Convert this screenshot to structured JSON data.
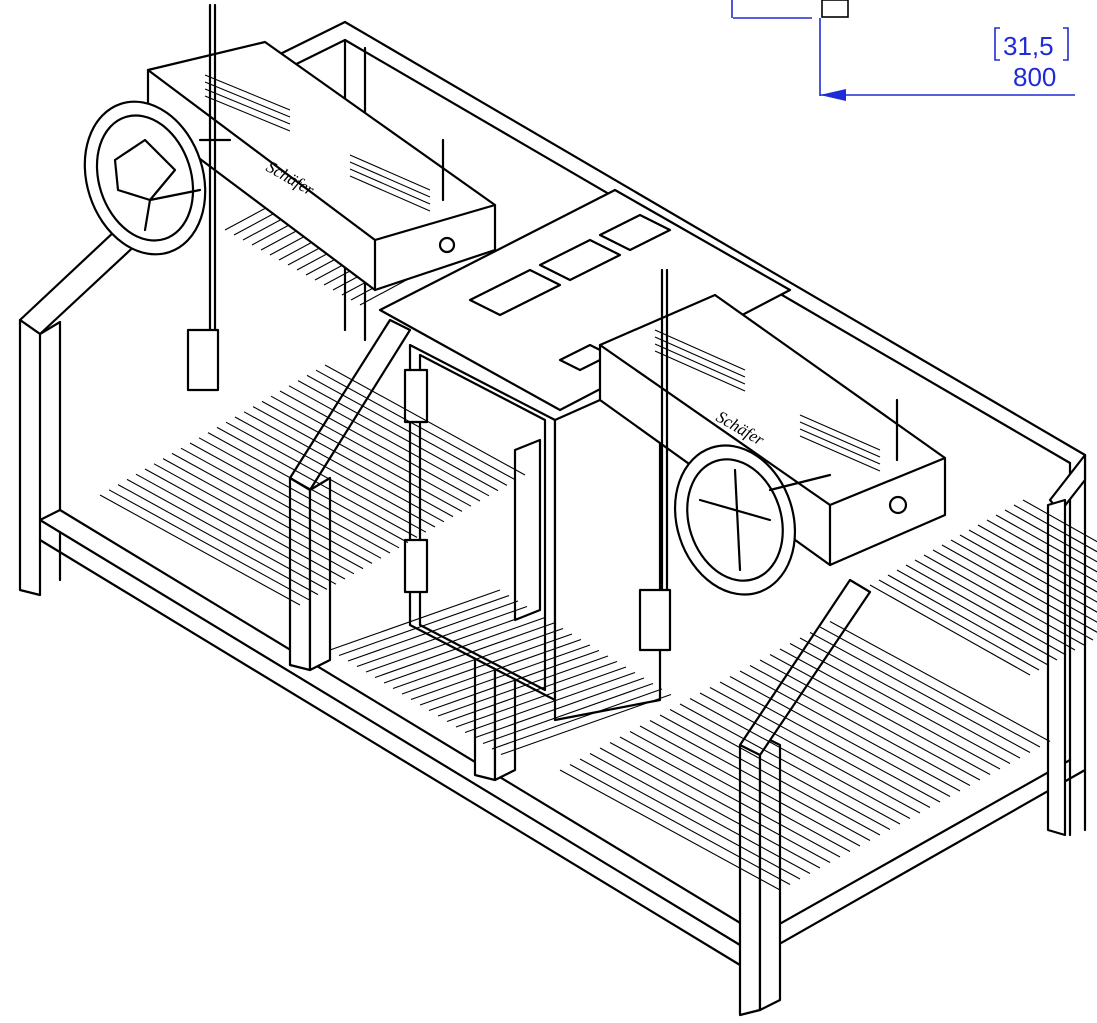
{
  "dimension": {
    "imperial": "31,5",
    "metric": "800"
  },
  "brand": {
    "left_unit_logo": "Schäfer",
    "right_unit_logo": "Schäfer"
  },
  "colors": {
    "dimension": "#1f2bd6",
    "line": "#000000",
    "background": "#ffffff"
  }
}
